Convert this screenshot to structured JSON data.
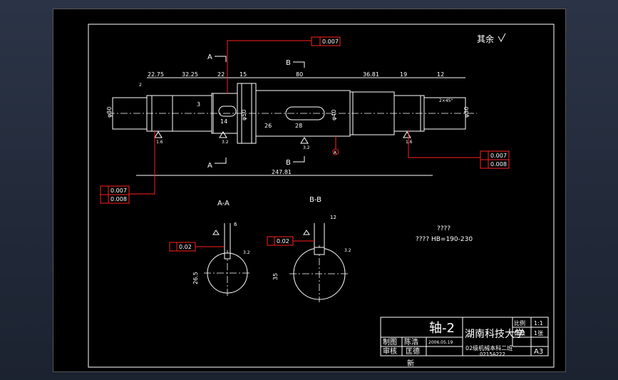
{
  "drawing": {
    "surface_note": "其余",
    "dims_top": [
      "22.75",
      "32.25",
      "22",
      "15",
      "80",
      "36.81",
      "19",
      "12"
    ],
    "dim_small_left": "2",
    "dim_small_right": "2×45°",
    "dim_3": "3",
    "dim_14": "14",
    "dim_26": "26",
    "dim_28": "28",
    "dia_left": "φ30",
    "dia_50": "φ50",
    "dia_40": "φ40",
    "dia_right": "φ30",
    "overall_length": "247.81",
    "section_aa_letter": "A",
    "section_bb_letter": "B",
    "datum_a": "A",
    "rough_16": "1.6",
    "rough_32": "3.2",
    "rough_32b": "3.2",
    "rough_16b": "1.6"
  },
  "tolerances": {
    "top": "0.007",
    "right_1": "0.007",
    "right_2": "0.008",
    "left_1": "0.007",
    "left_2": "0.008"
  },
  "sections": {
    "aa_label": "A-A",
    "bb_label": "B-B",
    "aa_sym_tol": "0.02",
    "bb_sym_tol": "0.02",
    "aa_width": "6",
    "bb_width": "12",
    "aa_depth": "26.5",
    "bb_depth": "35",
    "aa_rough": "3.2",
    "bb_rough": "3.2"
  },
  "notes": {
    "line1": "????",
    "line2": "???? HB=190-230"
  },
  "title_block": {
    "part_name": "轴-2",
    "school": "湖南科技大学",
    "scale_label": "比例",
    "qty_label": "件数",
    "scale_value": "1:1",
    "qty_value": "1张",
    "drawn_label": "制图",
    "drawn_name": "陈浩",
    "date": "2006.05.19",
    "check_label": "审核",
    "check_name": "匡德",
    "class_text": "02级机械本科二班",
    "student_id": "0215A222",
    "sheet_size": "A3",
    "tail": "新"
  }
}
